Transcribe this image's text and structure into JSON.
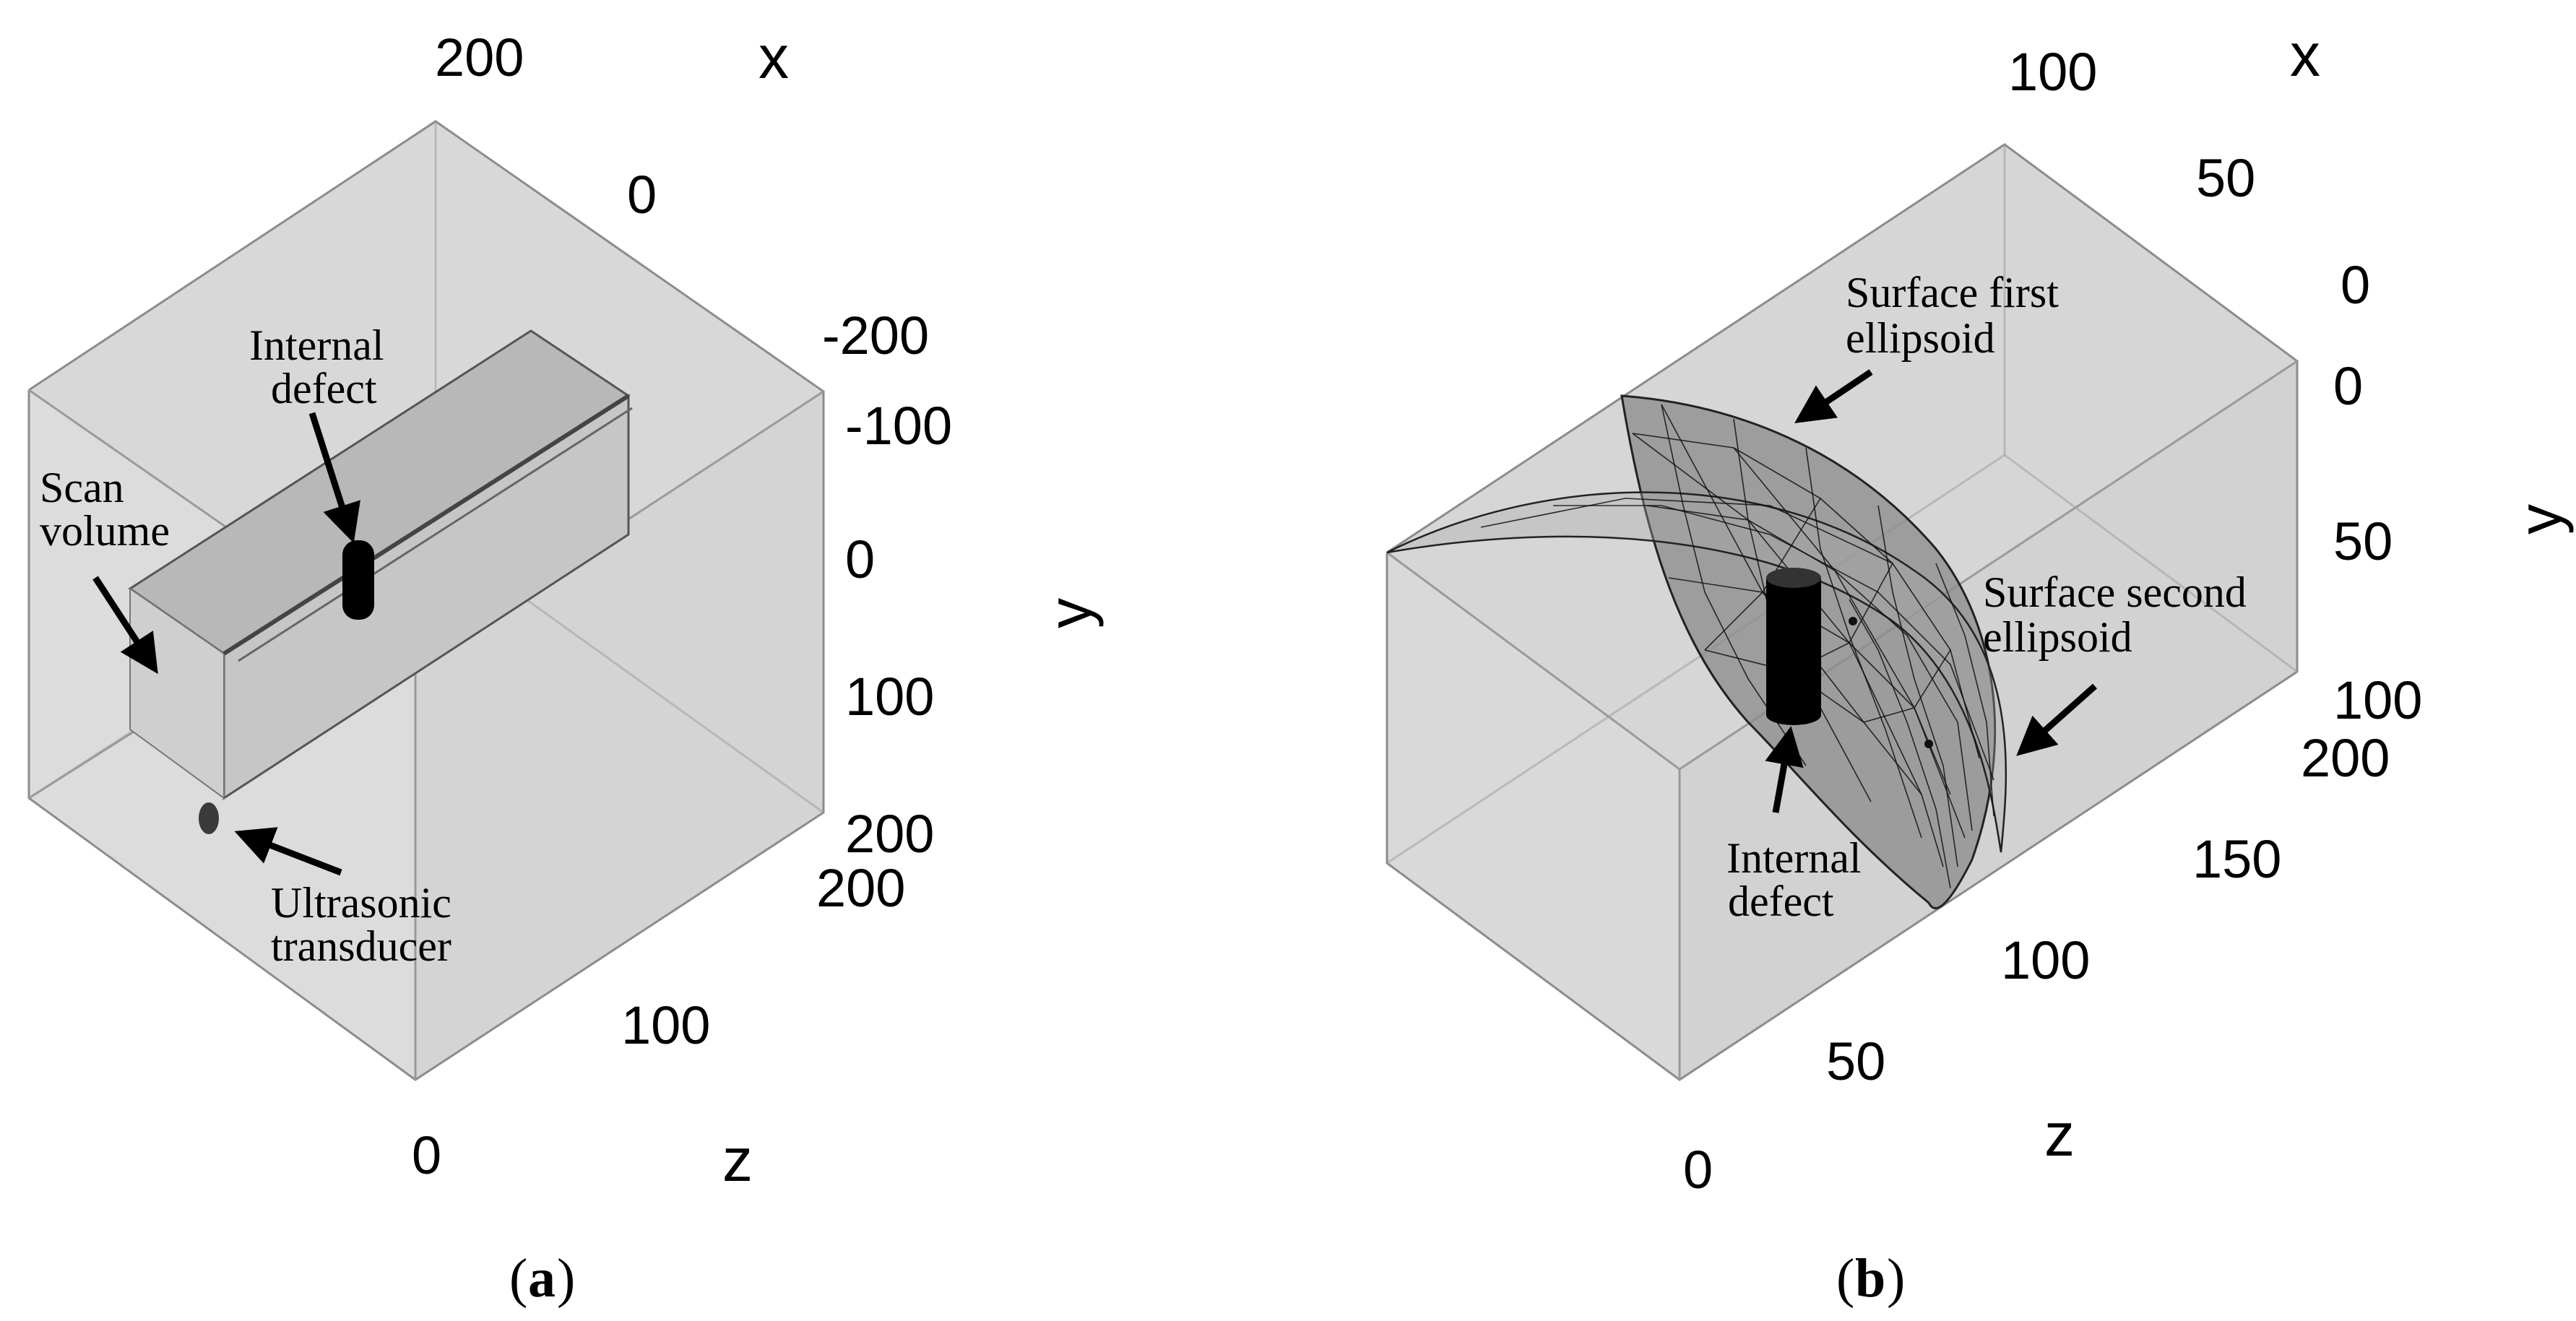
{
  "panel_a": {
    "caption_letter": "a",
    "axes": {
      "x_name": "x",
      "y_name": "y",
      "z_name": "z",
      "x_ticks": [
        "200",
        "0",
        "-200"
      ],
      "y_ticks": [
        "-100",
        "0",
        "100",
        "200"
      ],
      "z_ticks": [
        "200",
        "100",
        "0"
      ]
    },
    "labels": {
      "internal_defect_1": "Internal",
      "internal_defect_2": "defect",
      "scan_volume_1": "Scan",
      "scan_volume_2": "volume",
      "transducer_1": "Ultrasonic",
      "transducer_2": "transducer"
    }
  },
  "panel_b": {
    "caption_letter": "b",
    "axes": {
      "x_name": "x",
      "y_name": "y",
      "z_name": "z",
      "x_ticks": [
        "100",
        "50",
        "0"
      ],
      "y_ticks": [
        "0",
        "50",
        "100"
      ],
      "z_ticks": [
        "200",
        "150",
        "100",
        "50",
        "0"
      ]
    },
    "labels": {
      "first_ellipsoid_1": "Surface first",
      "first_ellipsoid_2": "ellipsoid",
      "second_ellipsoid_1": "Surface second",
      "second_ellipsoid_2": "ellipsoid",
      "internal_defect_1": "Internal",
      "internal_defect_2": "defect"
    }
  },
  "colors": {
    "box_fill": "#d9d9d9",
    "scan_fill": "#bdbdbd",
    "mesh_fill": "#8a8a8a",
    "defect": "#000000"
  }
}
